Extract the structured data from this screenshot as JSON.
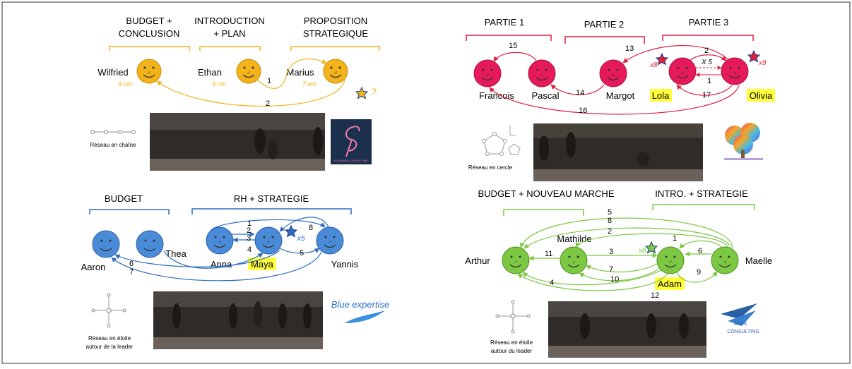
{
  "q1": {
    "headers": [
      "BUDGET +",
      "CONCLUSION",
      "INTRODUCTION",
      "+ PLAN",
      "PROPOSITION",
      "STRATEGIQUE"
    ],
    "names": {
      "wilfried": "Wilfried",
      "ethan": "Ethan",
      "marius": "Marius"
    },
    "times": {
      "wilfried": "9 mn",
      "ethan": "9 mn",
      "marius": "7 mn"
    },
    "edges": {
      "e1": "1",
      "e2": "2"
    },
    "star_note": "?",
    "network_label": "Réseau en chaîne",
    "logo_text": "FLAMINGO CONSULTING",
    "color": "#f2b31b"
  },
  "q2": {
    "headers": [
      "PARTIE 1",
      "PARTIE 2",
      "PARTIE 3"
    ],
    "names": {
      "francois": "Francois",
      "pascal": "Pascal",
      "margot": "Margot",
      "lola": "Lola",
      "olivia": "Olivia"
    },
    "edges": {
      "e15": "15",
      "e14": "14",
      "e13": "13",
      "e2": "2",
      "x5": "X 5",
      "e1": "1",
      "e17": "17",
      "e16": "16"
    },
    "star_notes": {
      "lola": "x8",
      "olivia": "x9"
    },
    "network_label": "Réseau en cercle",
    "color": "#e6195a"
  },
  "q3": {
    "headers": [
      "BUDGET",
      "RH + STRATEGIE"
    ],
    "names": {
      "aaron": "Aaron",
      "thea": "Thea",
      "anna": "Anna",
      "maya": "Maya",
      "yannis": "Yannis"
    },
    "edges": {
      "e1": "1",
      "e2": "2",
      "e3": "3",
      "e4": "4",
      "e5": "5",
      "e6": "6",
      "e7": "7",
      "e8": "8"
    },
    "star_note": "x5",
    "network_label": [
      "Réseau en étoile",
      "autour de la leader"
    ],
    "logo_text": "Blue expertise",
    "color": "#4a8bd8"
  },
  "q4": {
    "headers": [
      "BUDGET + NOUVEAU MARCHE",
      "INTRO. + STRATEGIE"
    ],
    "names": {
      "arthur": "Arthur",
      "mathilde": "Mathilde",
      "adam": "Adam",
      "maelle": "Maelle"
    },
    "edges": {
      "e1": "1",
      "e2": "2",
      "e3": "3",
      "e4": "4",
      "e5": "5",
      "e6": "6",
      "e7": "7",
      "e8": "8",
      "e9": "9",
      "e10": "10",
      "e11": "11",
      "e12": "12"
    },
    "star_note": "x8",
    "network_label": [
      "Réseau  en étoile",
      "autour du leader"
    ],
    "logo_text": [
      "AVES",
      "CONSULTING"
    ],
    "color": "#7dc842"
  }
}
